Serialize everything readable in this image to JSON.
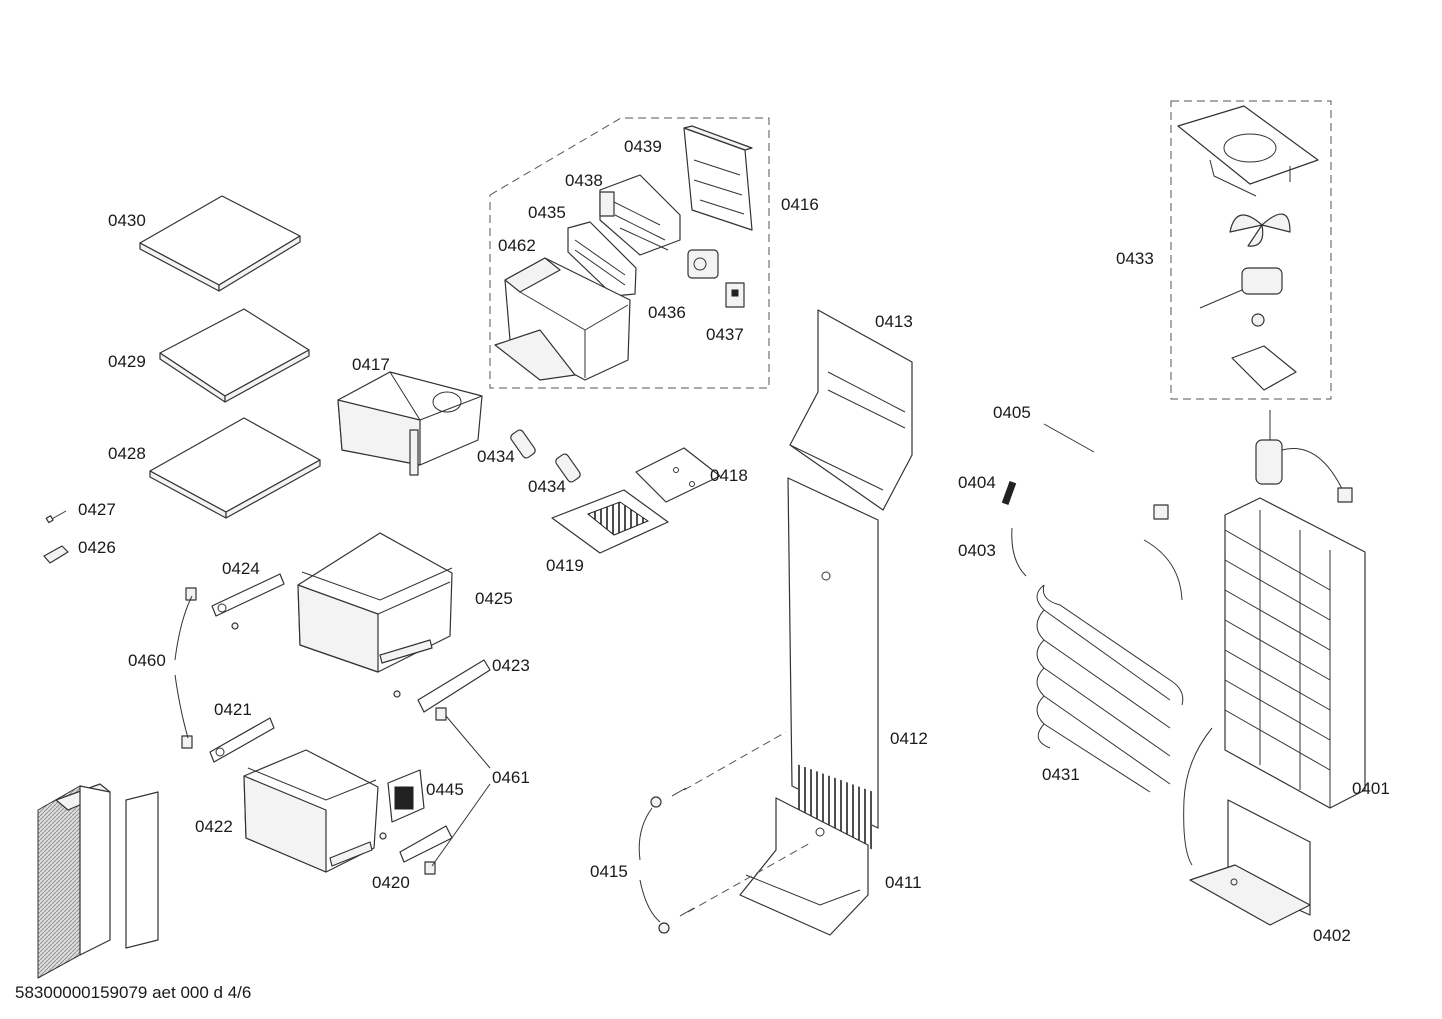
{
  "diagram": {
    "labels": {
      "l0401": "0401",
      "l0402": "0402",
      "l0403": "0403",
      "l0404": "0404",
      "l0405": "0405",
      "l0411": "0411",
      "l0412": "0412",
      "l0413": "0413",
      "l0415": "0415",
      "l0416": "0416",
      "l0417": "0417",
      "l0418": "0418",
      "l0419": "0419",
      "l0420": "0420",
      "l0421": "0421",
      "l0422": "0422",
      "l0423": "0423",
      "l0424": "0424",
      "l0425": "0425",
      "l0426": "0426",
      "l0427": "0427",
      "l0428": "0428",
      "l0429": "0429",
      "l0430": "0430",
      "l0431": "0431",
      "l0433": "0433",
      "l0434a": "0434",
      "l0434b": "0434",
      "l0435": "0435",
      "l0436": "0436",
      "l0437": "0437",
      "l0438": "0438",
      "l0439": "0439",
      "l0445": "0445",
      "l0460": "0460",
      "l0461": "0461",
      "l0462": "0462"
    },
    "footer": "58300000159079 aet 000 d 4/6"
  }
}
